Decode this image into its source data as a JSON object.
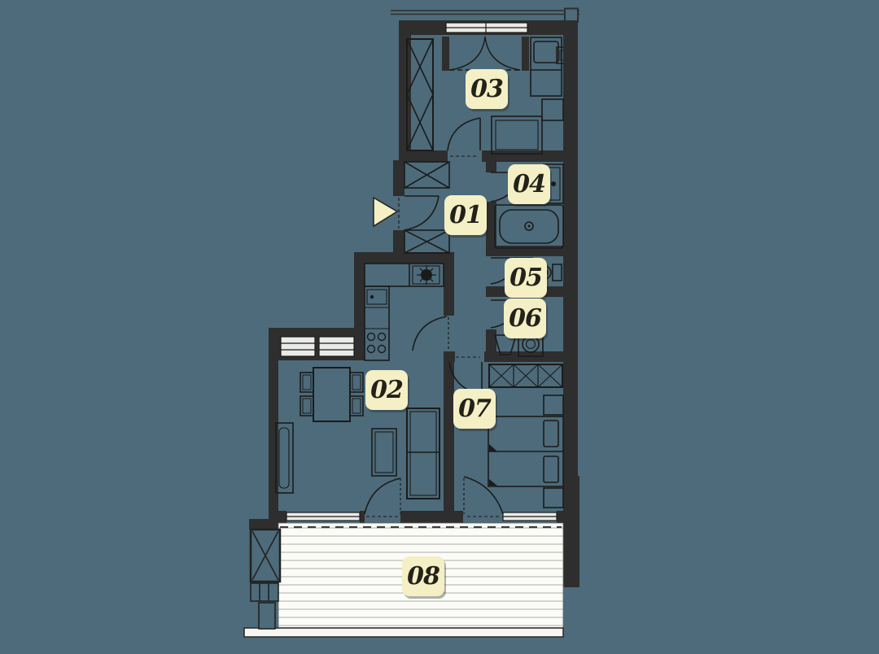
{
  "floorplan": {
    "rooms": [
      {
        "number": "01"
      },
      {
        "number": "02"
      },
      {
        "number": "03"
      },
      {
        "number": "04"
      },
      {
        "number": "05"
      },
      {
        "number": "06"
      },
      {
        "number": "07"
      },
      {
        "number": "08"
      }
    ],
    "colors": {
      "background": "#4d6b7a",
      "walls": "#2e2e2e",
      "furniture_line": "#1b1b1b",
      "label_background": "#f4efc4",
      "label_text": "#23211a",
      "terrace_fill": "#fbfbf8",
      "terrace_stripe": "#c5c5c0",
      "window_fill": "#e9ebe7",
      "entrance_arrow": "#f4efc4"
    },
    "icons": {
      "entrance_arrow": "entrance-arrow"
    }
  }
}
